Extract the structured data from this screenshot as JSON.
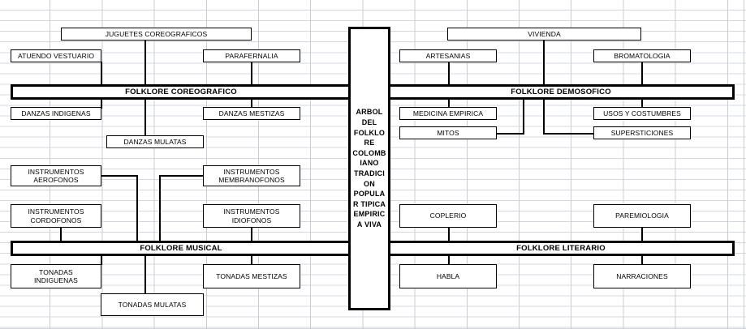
{
  "diagram": {
    "title": "ARBOL DEL FOLKLORE COLOMBIANO TRADICION POPULAR TIPICA EMPIRICA VIVA",
    "trunk_label": "ARBOL\nDEL\nFOLKLO\nRE\nCOLOMB\nIANO\nTRADICI\nON\nPOPULA\nR TIPICA\nEMPIRIC\nA VIVA",
    "background": "#ffffff",
    "grid_color": "#c8cdd6",
    "line_color": "#000000"
  },
  "branches": {
    "coreografico": {
      "bar_label": "FOLKLORE COREOGRAFICO",
      "above": [
        {
          "label": "JUGUETES COREOGRAFICOS"
        },
        {
          "label": "ATUENDO VESTUARIO"
        },
        {
          "label": "PARAFERNALIA"
        }
      ],
      "below": [
        {
          "label": "DANZAS INDIGENAS"
        },
        {
          "label": "DANZAS MESTIZAS"
        },
        {
          "label": "DANZAS MULATAS"
        }
      ]
    },
    "musical": {
      "bar_label": "FOLKLORE MUSICAL",
      "above": [
        {
          "label": "INSTRUMENTOS\nAEROFONOS"
        },
        {
          "label": "INSTRUMENTOS\nMEMBRANOFONOS"
        },
        {
          "label": "INSTRUMENTOS\nCORDOFONOS"
        },
        {
          "label": "INSTRUMENTOS\nIDIOFONOS"
        }
      ],
      "below": [
        {
          "label": "TONADAS\nINDIGUENAS"
        },
        {
          "label": "TONADAS MESTIZAS"
        },
        {
          "label": "TONADAS MULATAS"
        }
      ]
    },
    "demosofico": {
      "bar_label": "FOLKLORE DEMOSOFICO",
      "above": [
        {
          "label": "VIVIENDA"
        },
        {
          "label": "ARTESANIAS"
        },
        {
          "label": "BROMATOLOGIA"
        }
      ],
      "below": [
        {
          "label": "MEDICINA EMPIRICA"
        },
        {
          "label": "USOS Y COSTUMBRES"
        },
        {
          "label": "MITOS"
        },
        {
          "label": "SUPERSTICIONES"
        }
      ]
    },
    "literario": {
      "bar_label": "FOLKLORE LITERARIO",
      "above": [
        {
          "label": "COPLERIO"
        },
        {
          "label": "PAREMIOLOGIA"
        }
      ],
      "below": [
        {
          "label": "HABLA"
        },
        {
          "label": "NARRACIONES"
        }
      ]
    }
  }
}
